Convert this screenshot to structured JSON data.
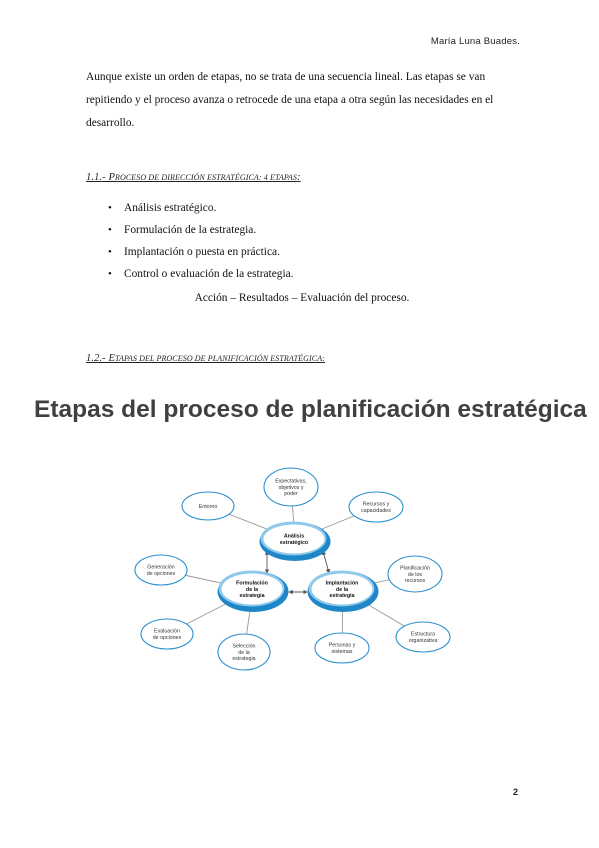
{
  "header": {
    "author": "María Luna Buades."
  },
  "intro": {
    "text": "Aunque existe un orden de etapas, no se trata de una secuencia lineal. Las etapas se van repitiendo y el proceso avanza o retrocede de una etapa a otra según las necesidades en el desarrollo."
  },
  "section1": {
    "number": "1.1.- P",
    "title_sc": "roceso de dirección estratégica: 4 etapas",
    "title_end": ":",
    "items": [
      "Análisis estratégico.",
      "Formulación de la estrategia.",
      "Implantación o puesta en práctica.",
      "Control o evaluación de la estrategia."
    ],
    "process_line": "Acción – Resultados – Evaluación del proceso."
  },
  "section2": {
    "number": "1.2.- E",
    "title_sc": "tapas del proceso de planificación estratégica:"
  },
  "slide": {
    "title": "Etapas del proceso de planificación estratégica"
  },
  "diagram": {
    "central": [
      {
        "lines": [
          "Análisis",
          "estratégico"
        ]
      },
      {
        "lines": [
          "Formulación",
          "de la",
          "estrategia"
        ]
      },
      {
        "lines": [
          "Implantación",
          "de la",
          "estrategia"
        ]
      }
    ],
    "satellites": [
      {
        "lines": [
          "Entorno"
        ]
      },
      {
        "lines": [
          "Expectativas,",
          "objetivos y",
          "poder"
        ]
      },
      {
        "lines": [
          "Recursos y",
          "capacidades"
        ]
      },
      {
        "lines": [
          "Generación",
          "de opciones"
        ]
      },
      {
        "lines": [
          "Evaluación",
          "de opciones"
        ]
      },
      {
        "lines": [
          "Selección",
          "de la",
          "estrategia"
        ]
      },
      {
        "lines": [
          "Planificación",
          "de los",
          "recursos"
        ]
      },
      {
        "lines": [
          "Estructura",
          "organizativa"
        ]
      },
      {
        "lines": [
          "Personas y",
          "sistemas"
        ]
      }
    ],
    "colors": {
      "ring": "#1f86c8",
      "ring_light": "#8ec8ea",
      "satellite": "#2c8fd0",
      "line": "#9a9a9a"
    }
  },
  "footer": {
    "page_number": "2"
  }
}
